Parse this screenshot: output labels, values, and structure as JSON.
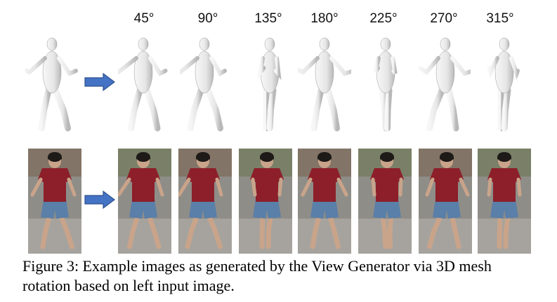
{
  "angles": [
    "45°",
    "90°",
    "135°",
    "180°",
    "225°",
    "270°",
    "315°"
  ],
  "caption": "Figure 3: Example images as generated by the View Generator via 3D mesh rotation based on left input image.",
  "colors": {
    "arrow_fill": "#4472c4",
    "arrow_stroke": "#2f528f",
    "shirt": "#8c1f2a",
    "shorts": "#5a7fa8",
    "mesh": "#e6e6e6"
  },
  "icons": [
    "right-arrow-icon",
    "right-arrow-icon"
  ]
}
